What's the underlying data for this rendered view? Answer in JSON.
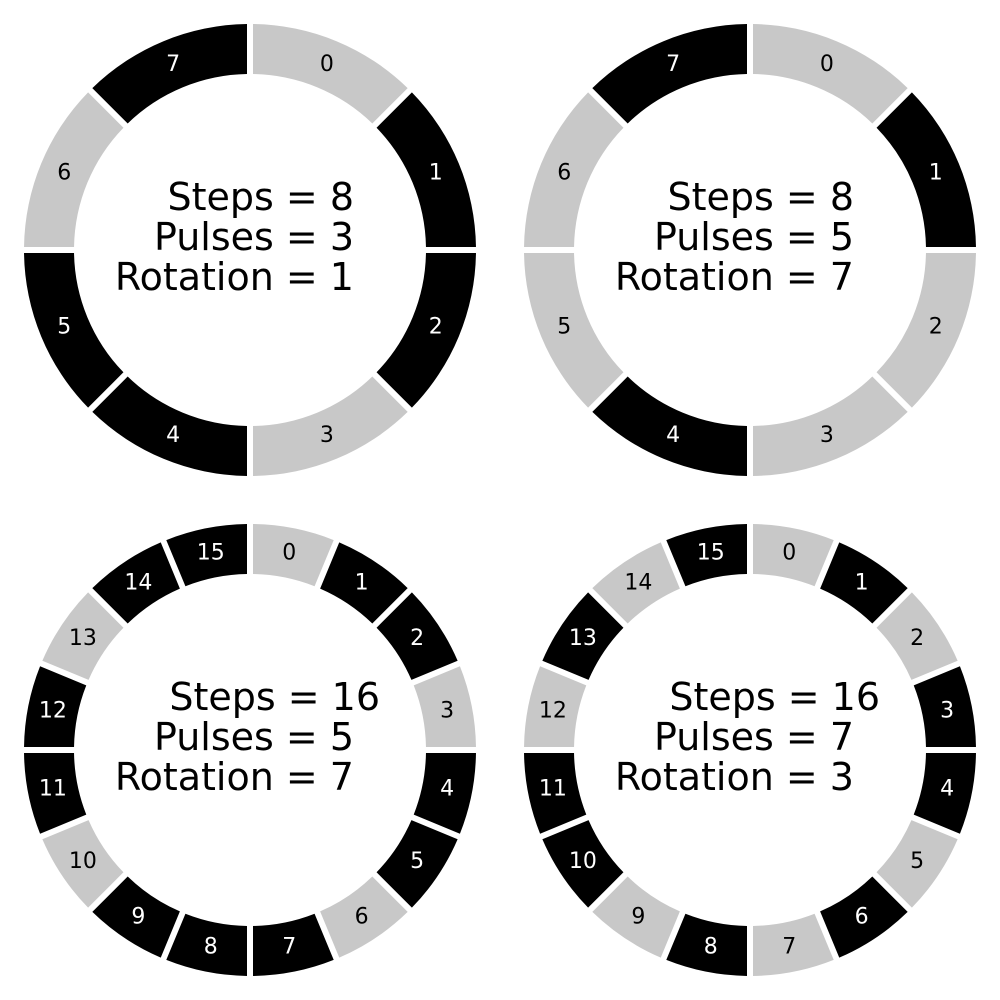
{
  "colors": {
    "on": "#000000",
    "off": "#c8c8c8",
    "label_on": "#ffffff",
    "label_off": "#000000",
    "background": "#ffffff"
  },
  "rhythms": [
    {
      "steps_line": "Steps = 8",
      "pulses_line": "Pulses = 3",
      "rotation_line": "Rotation = 1",
      "segments": [
        {
          "label": "0",
          "active": false
        },
        {
          "label": "1",
          "active": true
        },
        {
          "label": "2",
          "active": true
        },
        {
          "label": "3",
          "active": false
        },
        {
          "label": "4",
          "active": true
        },
        {
          "label": "5",
          "active": true
        },
        {
          "label": "6",
          "active": false
        },
        {
          "label": "7",
          "active": true
        }
      ]
    },
    {
      "steps_line": "Steps = 8",
      "pulses_line": "Pulses = 5",
      "rotation_line": "Rotation = 7",
      "segments": [
        {
          "label": "0",
          "active": false
        },
        {
          "label": "1",
          "active": true
        },
        {
          "label": "2",
          "active": false
        },
        {
          "label": "3",
          "active": false
        },
        {
          "label": "4",
          "active": true
        },
        {
          "label": "5",
          "active": false
        },
        {
          "label": "6",
          "active": false
        },
        {
          "label": "7",
          "active": true
        }
      ]
    },
    {
      "steps_line": "Steps = 16",
      "pulses_line": "Pulses = 5",
      "rotation_line": "Rotation = 7",
      "segments": [
        {
          "label": "0",
          "active": false
        },
        {
          "label": "1",
          "active": true
        },
        {
          "label": "2",
          "active": true
        },
        {
          "label": "3",
          "active": false
        },
        {
          "label": "4",
          "active": true
        },
        {
          "label": "5",
          "active": true
        },
        {
          "label": "6",
          "active": false
        },
        {
          "label": "7",
          "active": true
        },
        {
          "label": "8",
          "active": true
        },
        {
          "label": "9",
          "active": true
        },
        {
          "label": "10",
          "active": false
        },
        {
          "label": "11",
          "active": true
        },
        {
          "label": "12",
          "active": true
        },
        {
          "label": "13",
          "active": false
        },
        {
          "label": "14",
          "active": true
        },
        {
          "label": "15",
          "active": true
        }
      ]
    },
    {
      "steps_line": "Steps = 16",
      "pulses_line": "Pulses = 7",
      "rotation_line": "Rotation = 3",
      "segments": [
        {
          "label": "0",
          "active": false
        },
        {
          "label": "1",
          "active": true
        },
        {
          "label": "2",
          "active": false
        },
        {
          "label": "3",
          "active": true
        },
        {
          "label": "4",
          "active": true
        },
        {
          "label": "5",
          "active": false
        },
        {
          "label": "6",
          "active": true
        },
        {
          "label": "7",
          "active": false
        },
        {
          "label": "8",
          "active": true
        },
        {
          "label": "9",
          "active": false
        },
        {
          "label": "10",
          "active": true
        },
        {
          "label": "11",
          "active": true
        },
        {
          "label": "12",
          "active": false
        },
        {
          "label": "13",
          "active": true
        },
        {
          "label": "14",
          "active": false
        },
        {
          "label": "15",
          "active": true
        }
      ]
    }
  ]
}
